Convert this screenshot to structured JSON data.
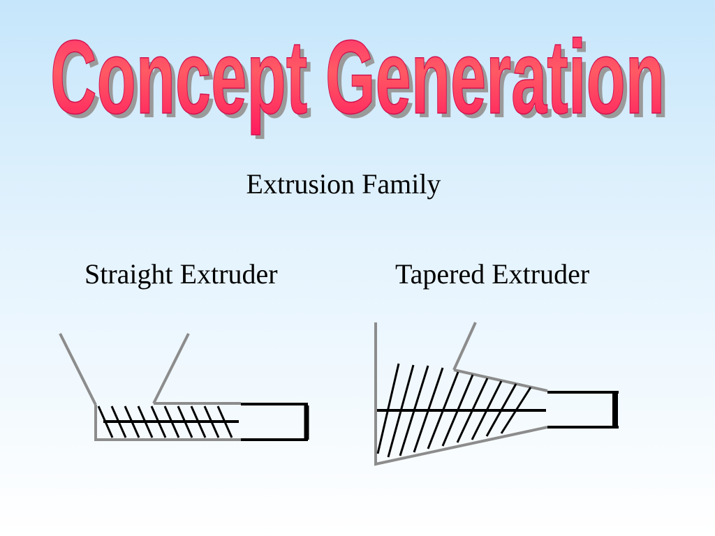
{
  "slide": {
    "title": "Concept Generation",
    "subtitle": "Extrusion Family",
    "diagrams": [
      {
        "label": "Straight Extruder"
      },
      {
        "label": "Tapered Extruder"
      }
    ]
  },
  "colors": {
    "title_fill": "#ff2d6e",
    "title_highlight": "#ff5a64",
    "title_shadow": "#9a9a9a",
    "hopper_gray": "#8c8c8c",
    "ink": "#000000"
  }
}
